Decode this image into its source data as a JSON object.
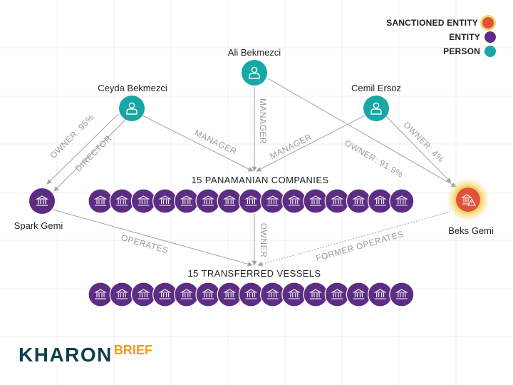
{
  "legend": {
    "sanctioned_label": "SANCTIONED ENTITY",
    "entity_label": "ENTITY",
    "person_label": "PERSON",
    "sanctioned_color": "#e0533b",
    "sanctioned_ring": "#f6d36a",
    "entity_color": "#5c2d82",
    "person_color": "#17a8a6"
  },
  "persons": {
    "ali": "Ali Bekmezci",
    "ceyda": "Ceyda Bekmezci",
    "cemil": "Cemil Ersoz"
  },
  "entities": {
    "spark": "Spark Gemi",
    "beks": "Beks Gemi"
  },
  "groups": {
    "companies_label": "15 PANAMANIAN COMPANIES",
    "companies_count": 15,
    "vessels_label": "15 TRANSFERRED VESSELS",
    "vessels_count": 15
  },
  "edges": {
    "ceyda_spark_owner": "OWNER: 95%",
    "ceyda_spark_director": "DIRECTOR",
    "ceyda_companies": "MANAGER",
    "ali_companies": "MANAGER",
    "cemil_companies": "MANAGER",
    "ali_beks": "OWNER: 91.9%",
    "cemil_beks": "OWNER: 4%",
    "companies_vessels": "OWNER",
    "spark_vessels": "OPERATES",
    "beks_vessels": "FORMER OPERATES"
  },
  "icons": {
    "person": "person-icon",
    "entity": "bank-building-icon",
    "sanctioned": "sanctioned-building-warning-icon"
  },
  "brand": {
    "name": "KHARON",
    "product": "BRIEF"
  }
}
